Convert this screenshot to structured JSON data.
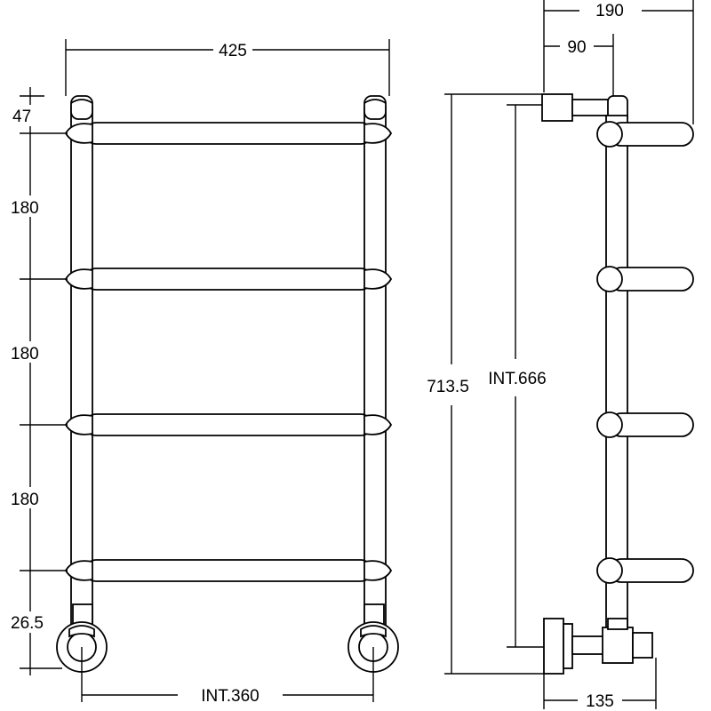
{
  "front_view": {
    "overall_width": "425",
    "top_offset": "47",
    "rail_spacing": [
      "180",
      "180",
      "180"
    ],
    "bottom_offset": "26.5",
    "interior_width": "INT.360"
  },
  "side_view": {
    "overall_depth": "190",
    "wall_offset": "90",
    "overall_height": "713.5",
    "interior_height": "INT.666",
    "valve_depth": "135"
  }
}
